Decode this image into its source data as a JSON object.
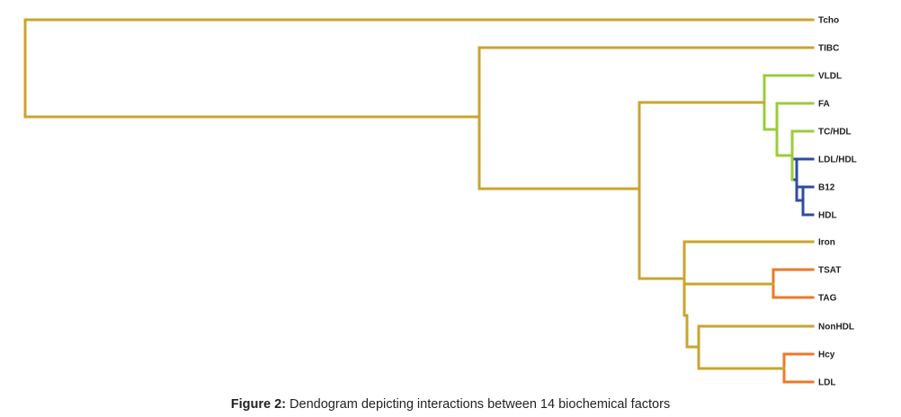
{
  "colors": {
    "default": "#c9a52d",
    "green": "#9bcc3b",
    "blue": "#2f4ba3",
    "orange": "#ea7a2a"
  },
  "leaves": [
    "Tcho",
    "TIBC",
    "VLDL",
    "FA",
    "TC/HDL",
    "LDL/HDL",
    "B12",
    "HDL",
    "Iron",
    "TSAT",
    "TAG",
    "NonHDL",
    "Hcy",
    "LDL"
  ],
  "caption": {
    "label": "Figure 2:",
    "text": " Dendogram depicting interactions between 14 biochemical factors"
  }
}
